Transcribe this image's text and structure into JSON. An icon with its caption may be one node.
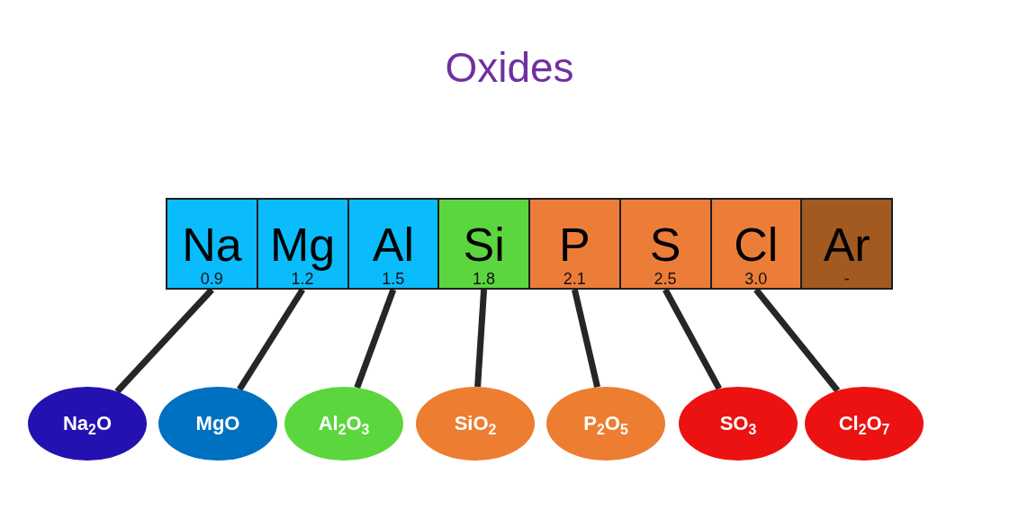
{
  "diagram": {
    "title": "Oxides",
    "nodes": [
      {
        "text": [
          "Na",
          "0.9"
        ]
      },
      {
        "text": [
          "Mg",
          "1.2"
        ]
      },
      {
        "text": [
          "Al",
          "1.5"
        ]
      },
      {
        "text": [
          "Si",
          "1.8"
        ]
      },
      {
        "text": [
          "P",
          "2.1"
        ]
      },
      {
        "text": [
          "S",
          "2.5"
        ]
      },
      {
        "text": [
          "Cl",
          "3.0"
        ]
      },
      {
        "text": [
          "Ar",
          "-"
        ]
      },
      {
        "text": [
          "Na$_{2}$O"
        ]
      },
      {
        "text": [
          "MgO"
        ]
      },
      {
        "text": [
          "Al$_{2}$O$_{3}$"
        ]
      },
      {
        "text": [
          "SiO$_{2}$"
        ]
      },
      {
        "text": [
          "P$_{2}$O$_{5}$"
        ]
      },
      {
        "text": [
          "SO$_{3}$"
        ]
      },
      {
        "text": [
          "Cl$_{2}$O$_{7}$"
        ]
      }
    ],
    "edges": [
      {
        "from": 0,
        "to": 8,
        "arrow": "none"
      },
      {
        "from": 1,
        "to": 9,
        "arrow": "none"
      },
      {
        "from": 2,
        "to": 10,
        "arrow": "none"
      },
      {
        "from": 3,
        "to": 11,
        "arrow": "none"
      },
      {
        "from": 4,
        "to": 12,
        "arrow": "none"
      },
      {
        "from": 5,
        "to": 13,
        "arrow": "none"
      },
      {
        "from": 6,
        "to": 14,
        "arrow": "none"
      }
    ]
  }
}
